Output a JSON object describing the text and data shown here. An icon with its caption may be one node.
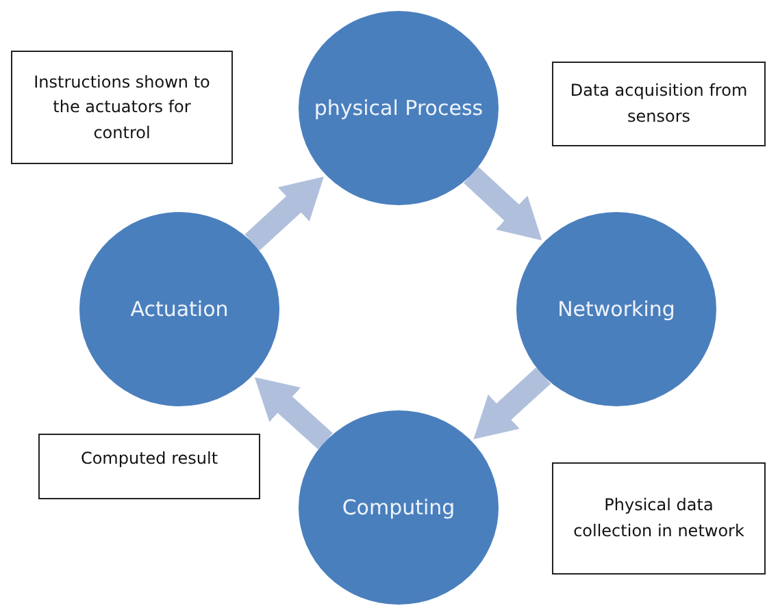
{
  "diagram": {
    "nodes": [
      {
        "text": [
          "Instructions shown to the actuators for control"
        ]
      },
      {
        "text": [
          "physical Process"
        ]
      },
      {
        "text": [
          "Data acquisition from sensors"
        ]
      },
      {
        "text": [
          "Actuation"
        ]
      },
      {
        "text": [
          "Networking"
        ]
      },
      {
        "text": [
          "Computed result"
        ]
      },
      {
        "text": [
          "Computing"
        ]
      },
      {
        "text": [
          "Physical data collection in network"
        ]
      }
    ],
    "edges": [
      {
        "from": 1,
        "to": 4,
        "arrow": "to"
      },
      {
        "from": 4,
        "to": 6,
        "arrow": "to"
      },
      {
        "from": 6,
        "to": 3,
        "arrow": "to"
      },
      {
        "from": 3,
        "to": 1,
        "arrow": "to"
      }
    ]
  }
}
